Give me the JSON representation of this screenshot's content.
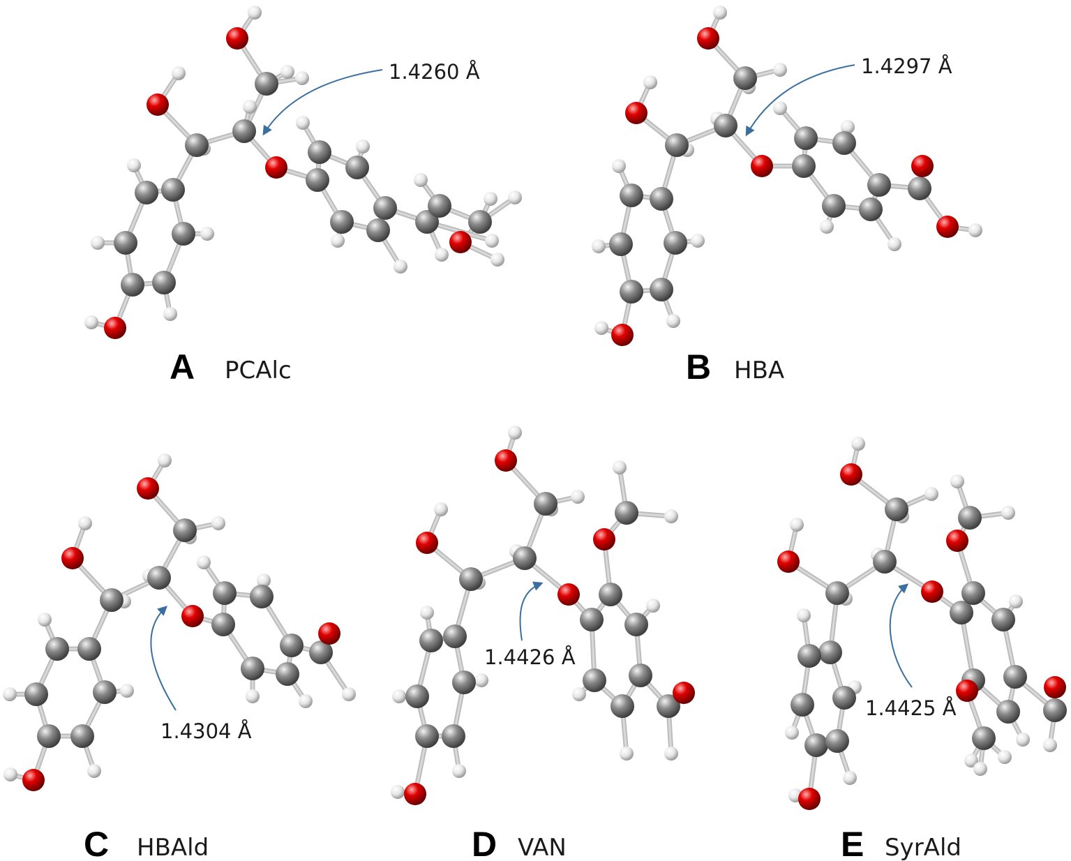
{
  "colors": {
    "carbon": "#8a8a8a",
    "oxygen": "#e00000",
    "hydrogen": "#e6e6e6",
    "arrow": "#3a6fa0"
  },
  "panels": [
    {
      "letter": "A",
      "name": "PCAlc",
      "bond_length": "1.4260 Å"
    },
    {
      "letter": "B",
      "name": "HBA",
      "bond_length": "1.4297 Å"
    },
    {
      "letter": "C",
      "name": "HBAld",
      "bond_length": "1.4304 Å"
    },
    {
      "letter": "D",
      "name": "VAN",
      "bond_length": "1.4426 Å"
    },
    {
      "letter": "E",
      "name": "SyrAld",
      "bond_length": "1.4425 Å"
    }
  ]
}
